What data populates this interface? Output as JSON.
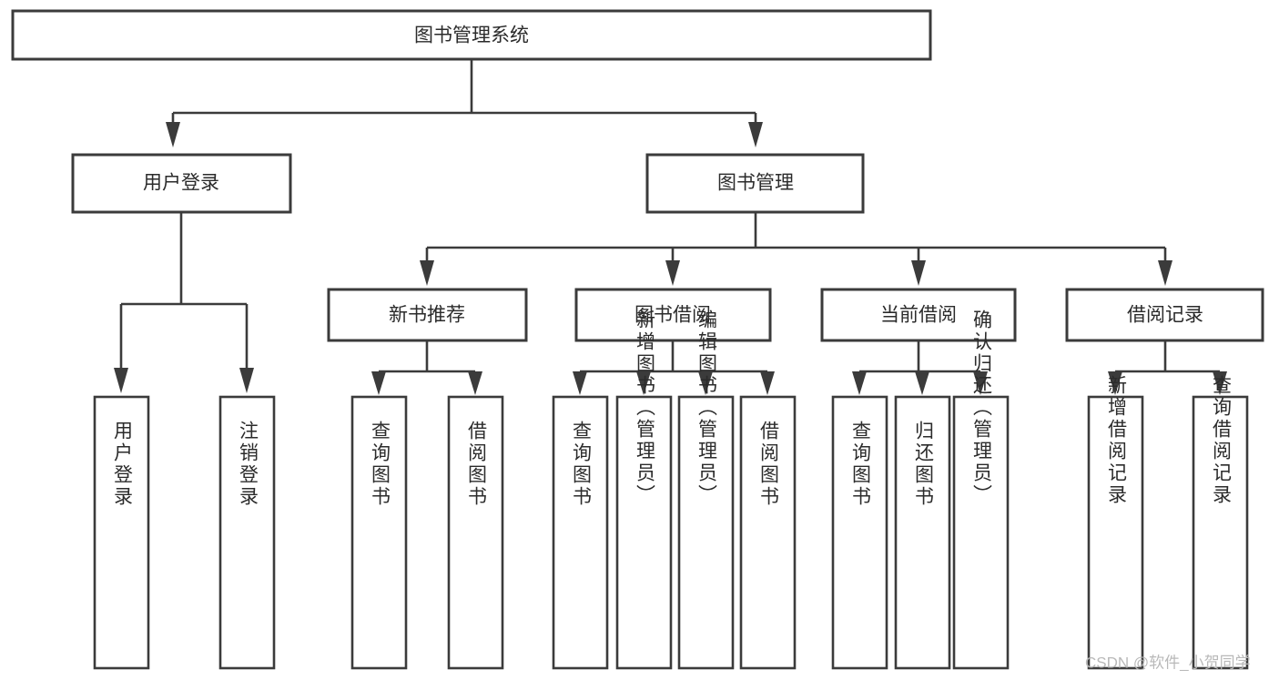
{
  "diagram": {
    "type": "tree",
    "title": "图书管理系统",
    "orientation": "top-down",
    "root": {
      "id": "root",
      "label": "图书管理系统"
    },
    "level2": [
      {
        "id": "user-login",
        "label": "用户登录"
      },
      {
        "id": "book-manage",
        "label": "图书管理"
      }
    ],
    "level3": [
      {
        "id": "new-book-recommend",
        "label": "新书推荐",
        "parent": "book-manage"
      },
      {
        "id": "book-borrow",
        "label": "图书借阅",
        "parent": "book-manage"
      },
      {
        "id": "current-borrow",
        "label": "当前借阅",
        "parent": "book-manage"
      },
      {
        "id": "borrow-record",
        "label": "借阅记录",
        "parent": "book-manage"
      }
    ],
    "leaves": {
      "user-login": [
        {
          "id": "leaf-user-login",
          "label": "用户登录"
        },
        {
          "id": "leaf-user-logout",
          "label": "注销登录"
        }
      ],
      "new-book-recommend": [
        {
          "id": "leaf-query-book-1",
          "label": "查询图书"
        },
        {
          "id": "leaf-borrow-book-1",
          "label": "借阅图书"
        }
      ],
      "book-borrow": [
        {
          "id": "leaf-query-book-2",
          "label": "查询图书"
        },
        {
          "id": "leaf-add-book",
          "label": "新增图书（管理员）"
        },
        {
          "id": "leaf-edit-book",
          "label": "编辑图书（管理员）"
        },
        {
          "id": "leaf-borrow-book-2",
          "label": "借阅图书"
        }
      ],
      "current-borrow": [
        {
          "id": "leaf-query-book-3",
          "label": "查询图书"
        },
        {
          "id": "leaf-return-book",
          "label": "归还图书"
        },
        {
          "id": "leaf-confirm-return",
          "label": "确认归还（管理员）"
        }
      ],
      "borrow-record": [
        {
          "id": "leaf-add-record",
          "label": "新增借阅记录"
        },
        {
          "id": "leaf-query-record",
          "label": "查询借阅记录"
        }
      ]
    }
  },
  "watermark": {
    "text": "CSDN @软件_小贺同学"
  },
  "colors": {
    "stroke": "#3b3b3b",
    "fill": "#ffffff",
    "text": "#2b2b2b",
    "watermark": "#b9b9b9"
  }
}
